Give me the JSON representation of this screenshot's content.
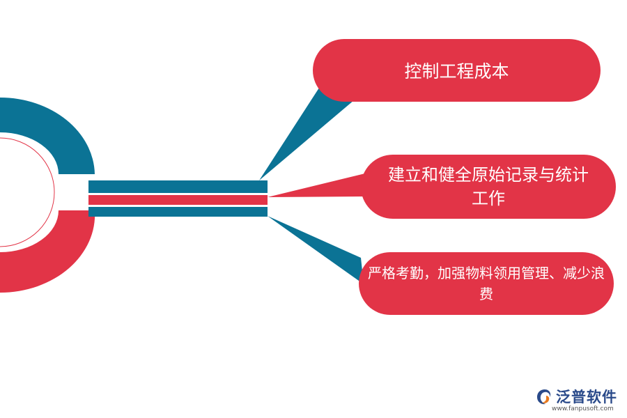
{
  "colors": {
    "red": "#e23447",
    "teal": "#0b7395",
    "white": "#ffffff",
    "ring_outline": "#e23447"
  },
  "nodes": [
    {
      "text": "控制工程成本"
    },
    {
      "text": "建立和健全原始记录与统计工作"
    },
    {
      "text": "严格考勤，加强物料领用管理、减少浪费"
    }
  ],
  "logo": {
    "icon": "fanpu-swirl-icon",
    "name": "泛普软件",
    "url": "www.fanpusoft.com"
  }
}
